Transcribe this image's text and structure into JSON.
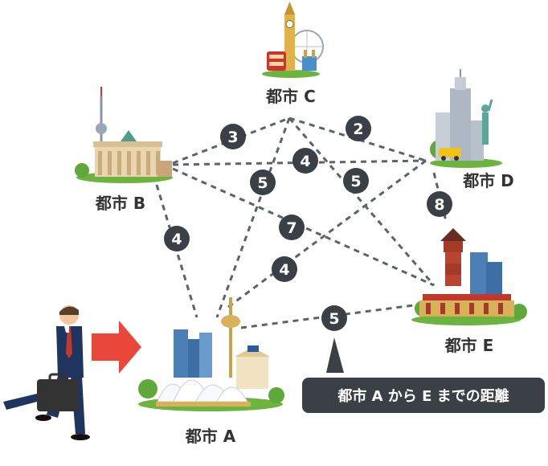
{
  "cities": {
    "a": "都市 A",
    "b": "都市 B",
    "c": "都市 C",
    "d": "都市 D",
    "e": "都市 E"
  },
  "edges": [
    {
      "from": "B",
      "to": "C",
      "weight": "3"
    },
    {
      "from": "C",
      "to": "D",
      "weight": "2"
    },
    {
      "from": "B",
      "to": "D",
      "weight": "4"
    },
    {
      "from": "C",
      "to": "A",
      "weight": "5"
    },
    {
      "from": "C",
      "to": "E",
      "weight": "5"
    },
    {
      "from": "D",
      "to": "E",
      "weight": "8"
    },
    {
      "from": "B",
      "to": "A",
      "weight": "4"
    },
    {
      "from": "B",
      "to": "E",
      "weight": "7"
    },
    {
      "from": "D",
      "to": "A",
      "weight": "4"
    },
    {
      "from": "A",
      "to": "E",
      "weight": "5"
    }
  ],
  "callout": "都市 A から E までの距離",
  "colors": {
    "edge": "#5c636b",
    "badge": "#3b4046",
    "callout_bg": "#3b4046",
    "arrow": "#e8473a"
  }
}
